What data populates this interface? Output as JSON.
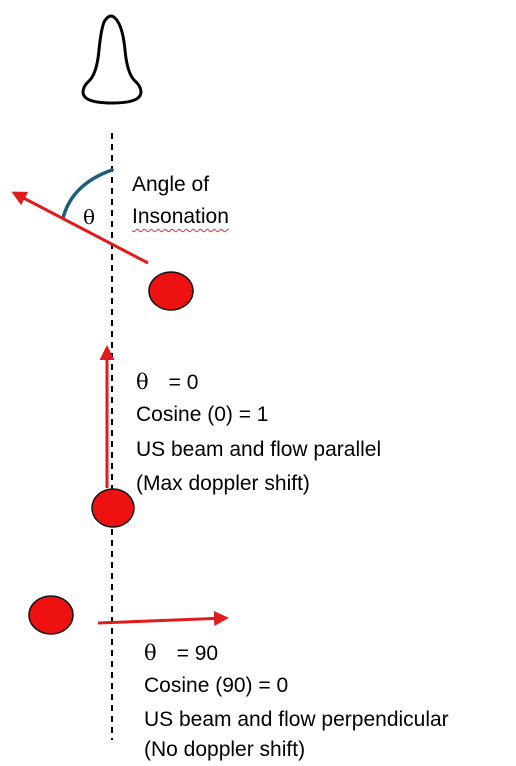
{
  "colors": {
    "flow_arrow": "#e01b1b",
    "red_cell": "#ee1111",
    "angle_arc": "#1f5c7a",
    "outline": "#000000"
  },
  "icons": {
    "probe": "ultrasound-probe-icon",
    "cell": "red-blood-cell-icon"
  },
  "top": {
    "theta_symbol": "θ",
    "caption_line1": "Angle of",
    "caption_line2": "Insonation"
  },
  "parallel": {
    "theta_symbol": "θ",
    "theta_value": "= 0",
    "line2": "Cosine (0) = 1",
    "line3": "US beam and flow parallel",
    "line4": "(Max doppler shift)"
  },
  "perpendicular": {
    "theta_symbol": "θ",
    "theta_value": "= 90",
    "line2": "Cosine (90) = 0",
    "line3": "US beam and flow perpendicular",
    "line4": "(No doppler shift)"
  }
}
